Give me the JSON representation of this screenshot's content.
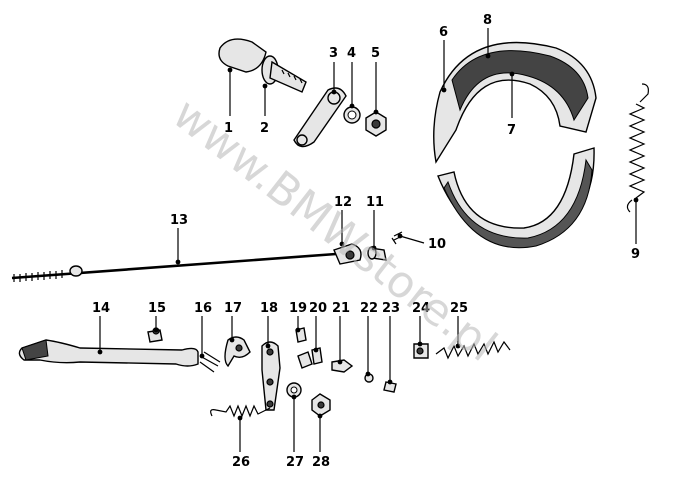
{
  "watermark": "www.BMWstore.pl",
  "callouts": [
    "1",
    "2",
    "3",
    "4",
    "5",
    "6",
    "7",
    "8",
    "9",
    "10",
    "11",
    "12",
    "13",
    "14",
    "15",
    "16",
    "17",
    "18",
    "19",
    "20",
    "21",
    "22",
    "23",
    "24",
    "25",
    "26",
    "27",
    "28"
  ]
}
